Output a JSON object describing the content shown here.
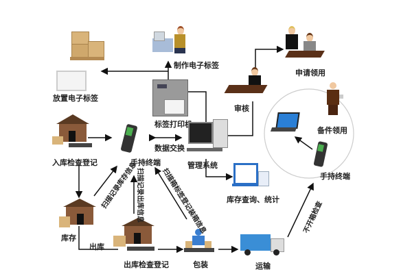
{
  "nodes": {
    "place_tag": "放置电子标签",
    "make_tag": "制作电子标签",
    "label_printer": "标签打印机",
    "audit": "审核",
    "apply": "申请领用",
    "parts_pickup": "备件领用",
    "handheld_right": "手持终端",
    "inbound_check": "入库检查登记",
    "handheld_center": "手持终端",
    "data_exchange": "数据交换",
    "mgmt_system": "管理系统",
    "inventory_query": "库存查询、统计",
    "stock": "库存",
    "outbound": "出库",
    "outbound_check": "出库检查登记",
    "packing": "包装",
    "transport": "运输"
  },
  "edge_labels": {
    "scan_stock": "扫描记录库存信息",
    "scan_outbound": "扫描记录出库信息",
    "scan_box": "扫描箱标签登记装箱信息",
    "no_open_check": "不开箱检查"
  },
  "colors": {
    "house": "#8a5a3a",
    "roof": "#5a3a22",
    "box": "#d9b47a",
    "screen": "#2a7fd6",
    "truck": "#3a8ed6",
    "desk": "#5a3018",
    "line": "#111111",
    "circle": "#cccccc"
  }
}
